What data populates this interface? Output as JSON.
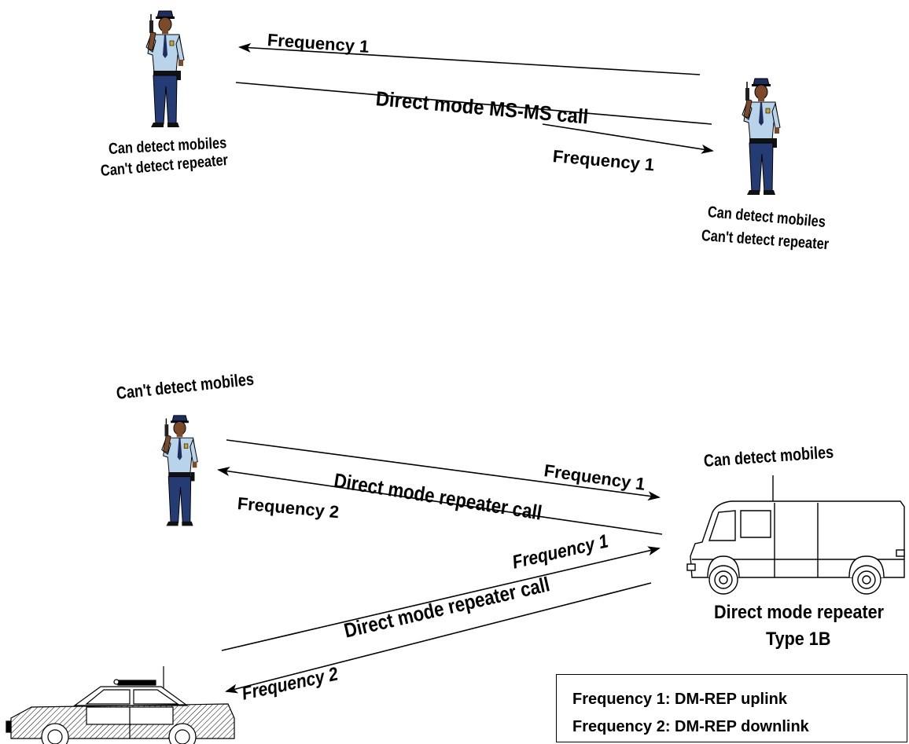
{
  "top_scenario": {
    "call_label": "Direct mode MS-MS call",
    "freq_upper": "Frequency 1",
    "freq_lower": "Frequency 1",
    "left_mobile_status": [
      "Can detect mobiles",
      "Can't detect repeater"
    ],
    "right_mobile_status": [
      "Can detect mobiles",
      "Can't detect repeater"
    ]
  },
  "bottom_scenario": {
    "officer_status": "Can't detect mobiles",
    "repeater_status": "Can detect mobiles",
    "upper_freq_in": "Frequency 1",
    "upper_freq_out": "Frequency 2",
    "upper_call_label": "Direct mode repeater call",
    "lower_freq_in": "Frequency 1",
    "lower_call_label": "Direct mode repeater call",
    "lower_freq_out": "Frequency 2",
    "repeater_name": [
      "Direct mode repeater",
      "Type 1B"
    ]
  },
  "legend": {
    "line1": "Frequency 1: DM-REP uplink",
    "line2": "Frequency 2: DM-REP downlink"
  },
  "icons": [
    "police-officer-icon",
    "van-icon",
    "police-car-icon",
    "arrow-icon"
  ],
  "colors": {
    "uniform_shirt": "#b9d3ea",
    "uniform_pants": "#243b73",
    "skin": "#7a4a2a",
    "line": "#000000",
    "van_body": "#ffffff",
    "car_body": "#ffffff"
  }
}
